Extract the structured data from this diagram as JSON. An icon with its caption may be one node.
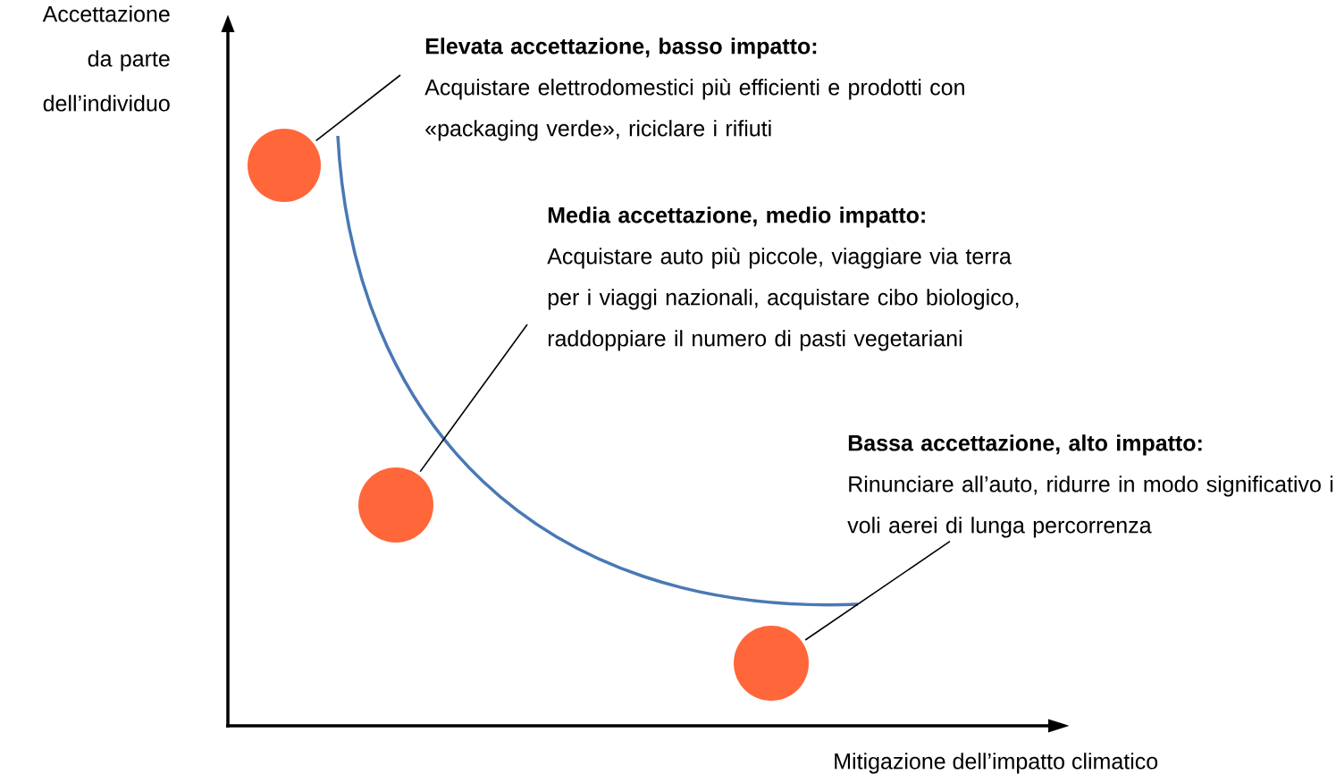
{
  "diagram": {
    "nodes": [
      {
        "text": [
          "Elevata accettazione, basso impatto:",
          "Acquistare elettrodomestici più efficienti e prodotti con «packaging verde», riciclare i rifiuti"
        ]
      },
      {
        "text": [],
        "shape": "circle"
      },
      {
        "text": [
          "Media accettazione, medio impatto:",
          "Acquistare auto più piccole, viaggiare via terra per i viaggi nazionali, acquistare cibo biologico, raddoppiare il numero di pasti vegetariani"
        ]
      },
      {
        "text": [],
        "shape": "circle"
      },
      {
        "text": [
          "Bassa accettazione, alto impatto:",
          "Rinunciare all’auto, ridurre in modo significativo i voli aerei di lunga percorrenza"
        ]
      },
      {
        "text": [],
        "shape": "circle"
      }
    ],
    "edges": [
      {
        "from": 0,
        "to": 1,
        "arrow": "none"
      },
      {
        "from": 2,
        "to": 3,
        "arrow": "none"
      },
      {
        "from": 4,
        "to": 5,
        "arrow": "none"
      }
    ],
    "labels": [
      "Accettazione da parte dell’individuo",
      "Mitigazione dell’impatto climatico"
    ]
  }
}
